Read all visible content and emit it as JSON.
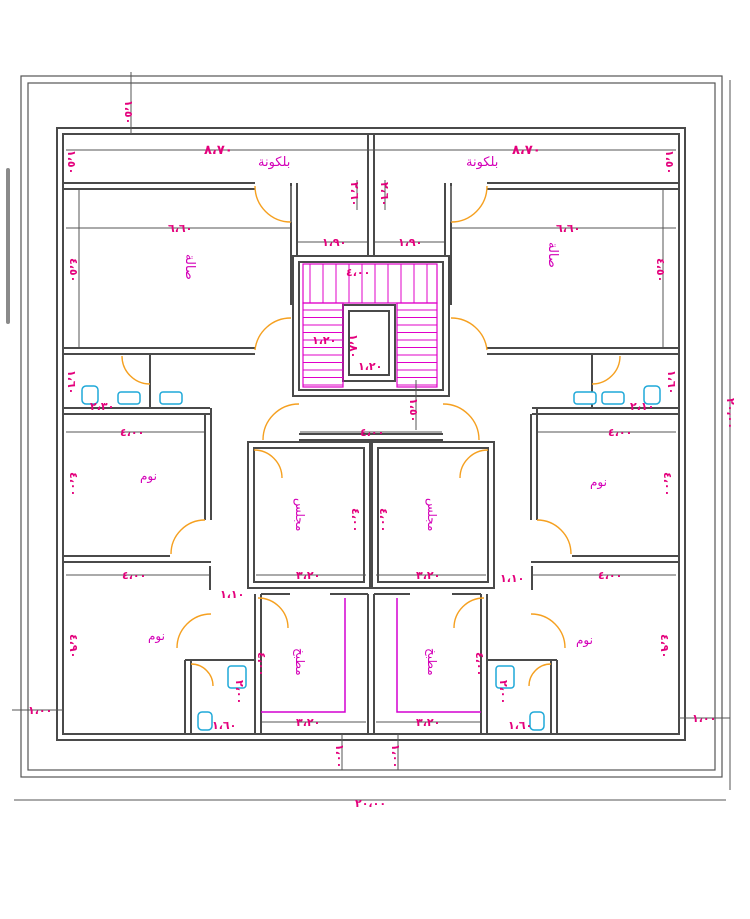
{
  "dimensions": {
    "overall_width": "٢٠،٠٠",
    "overall_depth": "٢٠،٠٠",
    "setback_top": "١،٥٠",
    "setback_side_left": "١،٠٠",
    "setback_side_right": "١،٠٠",
    "setback_bottom_left": "١،٠٠",
    "setback_bottom_right": "١،٠٠",
    "balcony_width": "٨،٧٠",
    "balcony_depth": "١،٥٠",
    "balcony_depth_2": "١،٥٠",
    "balcony_inner": "٢،٦٠",
    "hall_width": "٦،٦٠",
    "hall_depth": "٤،٥٠",
    "corridor": "١،٩٠",
    "stair_w": "٤،٠٠",
    "stair_a": "١،٢٠",
    "stair_b": "١،٨٠",
    "stair_c": "١،٢٠",
    "stair_d": "١،٥٠",
    "lobby": "٤،٠٠",
    "bath_depth": "١،٦٠",
    "bath_width": "٢،٣٠",
    "bath_width_r": "٢،١٠",
    "bed_w": "٤،٠٠",
    "bed_d": "٤،٠٠",
    "bed2_w": "٤،٠٠",
    "bed2_d": "٤،٩٠",
    "majlis_w": "٣،٢٠",
    "majlis_d": "٤،٠٠",
    "kitchen_w": "٣،٢٠",
    "kitchen_d": "٤،٠٠",
    "wc_w": "٢،٠٠",
    "wc_d": "١،٦٠",
    "gap": "١،١٠"
  },
  "rooms": {
    "balcony": "بلكونة",
    "hall": "صالة",
    "bedroom": "نوم",
    "majlis": "مجلس",
    "kitchen": "مطبخ"
  }
}
